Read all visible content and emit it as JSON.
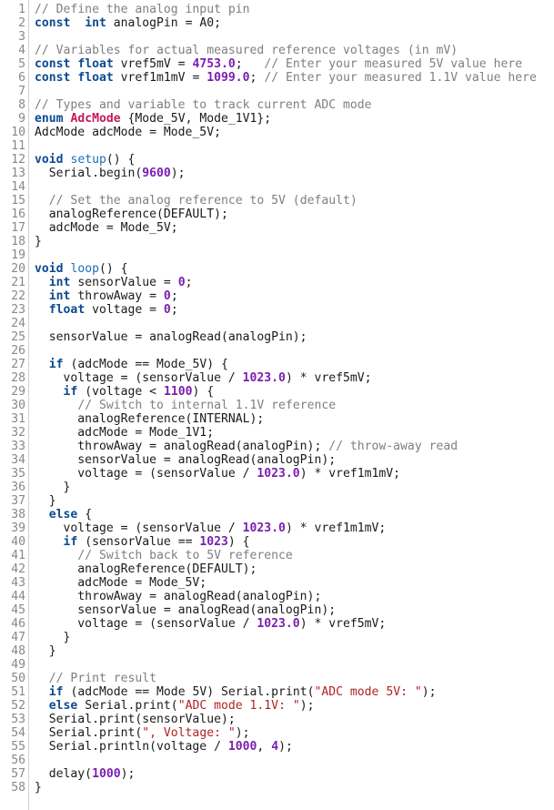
{
  "editor": {
    "language": "arduino-cpp",
    "colors": {
      "keyword": "#0c4a8f",
      "function": "#1c6fb8",
      "number": "#7a1fb0",
      "string": "#b22222",
      "comment": "#7f7f7f",
      "enum": "#c2185b",
      "line_number": "#888888"
    },
    "lines": [
      {
        "n": "1",
        "tokens": [
          [
            "cm",
            "// Define the analog input pin"
          ]
        ]
      },
      {
        "n": "2",
        "tokens": [
          [
            "kw",
            "const"
          ],
          [
            "",
            "  "
          ],
          [
            "kw",
            "int"
          ],
          [
            "",
            " analogPin = A0;"
          ]
        ]
      },
      {
        "n": "3",
        "tokens": []
      },
      {
        "n": "4",
        "tokens": [
          [
            "cm",
            "// Variables for actual measured reference voltages (in mV)"
          ]
        ]
      },
      {
        "n": "5",
        "tokens": [
          [
            "kw",
            "const"
          ],
          [
            "",
            " "
          ],
          [
            "kw",
            "float"
          ],
          [
            "",
            " vref5mV = "
          ],
          [
            "num",
            "4753.0"
          ],
          [
            "",
            ";   "
          ],
          [
            "cm",
            "// Enter your measured 5V value here"
          ]
        ]
      },
      {
        "n": "6",
        "tokens": [
          [
            "kw",
            "const"
          ],
          [
            "",
            " "
          ],
          [
            "kw",
            "float"
          ],
          [
            "",
            " vref1m1mV = "
          ],
          [
            "num",
            "1099.0"
          ],
          [
            "",
            "; "
          ],
          [
            "cm",
            "// Enter your measured 1.1V value here"
          ]
        ]
      },
      {
        "n": "7",
        "tokens": []
      },
      {
        "n": "8",
        "tokens": [
          [
            "cm",
            "// Types and variable to track current ADC mode"
          ]
        ]
      },
      {
        "n": "9",
        "tokens": [
          [
            "kw",
            "enum"
          ],
          [
            "",
            " "
          ],
          [
            "en",
            "AdcMode"
          ],
          [
            "",
            " {Mode_5V, Mode_1V1};"
          ]
        ]
      },
      {
        "n": "10",
        "tokens": [
          [
            "",
            "AdcMode adcMode = Mode_5V;"
          ]
        ]
      },
      {
        "n": "11",
        "tokens": []
      },
      {
        "n": "12",
        "tokens": [
          [
            "kw",
            "void"
          ],
          [
            "",
            " "
          ],
          [
            "fn",
            "setup"
          ],
          [
            "",
            "() {"
          ]
        ]
      },
      {
        "n": "13",
        "tokens": [
          [
            "",
            "  Serial.begin("
          ],
          [
            "num",
            "9600"
          ],
          [
            "",
            ");"
          ]
        ]
      },
      {
        "n": "14",
        "tokens": []
      },
      {
        "n": "15",
        "tokens": [
          [
            "",
            "  "
          ],
          [
            "cm",
            "// Set the analog reference to 5V (default)"
          ]
        ]
      },
      {
        "n": "16",
        "tokens": [
          [
            "",
            "  analogReference(DEFAULT);"
          ]
        ]
      },
      {
        "n": "17",
        "tokens": [
          [
            "",
            "  adcMode = Mode_5V;"
          ]
        ]
      },
      {
        "n": "18",
        "tokens": [
          [
            "",
            "}"
          ]
        ]
      },
      {
        "n": "19",
        "tokens": []
      },
      {
        "n": "20",
        "tokens": [
          [
            "kw",
            "void"
          ],
          [
            "",
            " "
          ],
          [
            "fn",
            "loop"
          ],
          [
            "",
            "() {"
          ]
        ]
      },
      {
        "n": "21",
        "tokens": [
          [
            "",
            "  "
          ],
          [
            "kw",
            "int"
          ],
          [
            "",
            " sensorValue = "
          ],
          [
            "num",
            "0"
          ],
          [
            "",
            ";"
          ]
        ]
      },
      {
        "n": "22",
        "tokens": [
          [
            "",
            "  "
          ],
          [
            "kw",
            "int"
          ],
          [
            "",
            " throwAway = "
          ],
          [
            "num",
            "0"
          ],
          [
            "",
            ";"
          ]
        ]
      },
      {
        "n": "23",
        "tokens": [
          [
            "",
            "  "
          ],
          [
            "kw",
            "float"
          ],
          [
            "",
            " voltage = "
          ],
          [
            "num",
            "0"
          ],
          [
            "",
            ";"
          ]
        ]
      },
      {
        "n": "24",
        "tokens": []
      },
      {
        "n": "25",
        "tokens": [
          [
            "",
            "  sensorValue = analogRead(analogPin);"
          ]
        ]
      },
      {
        "n": "26",
        "tokens": []
      },
      {
        "n": "27",
        "tokens": [
          [
            "",
            "  "
          ],
          [
            "kw",
            "if"
          ],
          [
            "",
            " (adcMode == Mode_5V) {"
          ]
        ]
      },
      {
        "n": "28",
        "tokens": [
          [
            "",
            "    voltage = (sensorValue / "
          ],
          [
            "num",
            "1023.0"
          ],
          [
            "",
            ") * vref5mV;"
          ]
        ]
      },
      {
        "n": "29",
        "tokens": [
          [
            "",
            "    "
          ],
          [
            "kw",
            "if"
          ],
          [
            "",
            " (voltage < "
          ],
          [
            "num",
            "1100"
          ],
          [
            "",
            ") {"
          ]
        ]
      },
      {
        "n": "30",
        "tokens": [
          [
            "",
            "      "
          ],
          [
            "cm",
            "// Switch to internal 1.1V reference"
          ]
        ]
      },
      {
        "n": "31",
        "tokens": [
          [
            "",
            "      analogReference(INTERNAL);"
          ]
        ]
      },
      {
        "n": "32",
        "tokens": [
          [
            "",
            "      adcMode = Mode_1V1;"
          ]
        ]
      },
      {
        "n": "33",
        "tokens": [
          [
            "",
            "      throwAway = analogRead(analogPin); "
          ],
          [
            "cm",
            "// throw-away read"
          ]
        ]
      },
      {
        "n": "34",
        "tokens": [
          [
            "",
            "      sensorValue = analogRead(analogPin);"
          ]
        ]
      },
      {
        "n": "35",
        "tokens": [
          [
            "",
            "      voltage = (sensorValue / "
          ],
          [
            "num",
            "1023.0"
          ],
          [
            "",
            ") * vref1m1mV;"
          ]
        ]
      },
      {
        "n": "36",
        "tokens": [
          [
            "",
            "    }"
          ]
        ]
      },
      {
        "n": "37",
        "tokens": [
          [
            "",
            "  }"
          ]
        ]
      },
      {
        "n": "38",
        "tokens": [
          [
            "",
            "  "
          ],
          [
            "kw",
            "else"
          ],
          [
            "",
            " {"
          ]
        ]
      },
      {
        "n": "39",
        "tokens": [
          [
            "",
            "    voltage = (sensorValue / "
          ],
          [
            "num",
            "1023.0"
          ],
          [
            "",
            ") * vref1m1mV;"
          ]
        ]
      },
      {
        "n": "40",
        "tokens": [
          [
            "",
            "    "
          ],
          [
            "kw",
            "if"
          ],
          [
            "",
            " (sensorValue == "
          ],
          [
            "num",
            "1023"
          ],
          [
            "",
            ") {"
          ]
        ]
      },
      {
        "n": "41",
        "tokens": [
          [
            "",
            "      "
          ],
          [
            "cm",
            "// Switch back to 5V reference"
          ]
        ]
      },
      {
        "n": "42",
        "tokens": [
          [
            "",
            "      analogReference(DEFAULT);"
          ]
        ]
      },
      {
        "n": "43",
        "tokens": [
          [
            "",
            "      adcMode = Mode_5V;"
          ]
        ]
      },
      {
        "n": "44",
        "tokens": [
          [
            "",
            "      throwAway = analogRead(analogPin);"
          ]
        ]
      },
      {
        "n": "45",
        "tokens": [
          [
            "",
            "      sensorValue = analogRead(analogPin);"
          ]
        ]
      },
      {
        "n": "46",
        "tokens": [
          [
            "",
            "      voltage = (sensorValue / "
          ],
          [
            "num",
            "1023.0"
          ],
          [
            "",
            ") * vref5mV;"
          ]
        ]
      },
      {
        "n": "47",
        "tokens": [
          [
            "",
            "    }"
          ]
        ]
      },
      {
        "n": "48",
        "tokens": [
          [
            "",
            "  }"
          ]
        ]
      },
      {
        "n": "49",
        "tokens": []
      },
      {
        "n": "50",
        "tokens": [
          [
            "",
            "  "
          ],
          [
            "cm",
            "// Print result"
          ]
        ]
      },
      {
        "n": "51",
        "tokens": [
          [
            "",
            "  "
          ],
          [
            "kw",
            "if"
          ],
          [
            "",
            " (adcMode == Mode 5V) Serial.print("
          ],
          [
            "str",
            "\"ADC mode 5V: \""
          ],
          [
            "",
            ");"
          ]
        ]
      },
      {
        "n": "52",
        "tokens": [
          [
            "",
            "  "
          ],
          [
            "kw",
            "else"
          ],
          [
            "",
            " Serial.print("
          ],
          [
            "str",
            "\"ADC mode 1.1V: \""
          ],
          [
            "",
            ");"
          ]
        ]
      },
      {
        "n": "53",
        "tokens": [
          [
            "",
            "  Serial.print(sensorValue);"
          ]
        ]
      },
      {
        "n": "54",
        "tokens": [
          [
            "",
            "  Serial.print("
          ],
          [
            "str",
            "\", Voltage: \""
          ],
          [
            "",
            ");"
          ]
        ]
      },
      {
        "n": "55",
        "tokens": [
          [
            "",
            "  Serial.println(voltage / "
          ],
          [
            "num",
            "1000"
          ],
          [
            "",
            ", "
          ],
          [
            "num",
            "4"
          ],
          [
            "",
            ");"
          ]
        ]
      },
      {
        "n": "56",
        "tokens": []
      },
      {
        "n": "57",
        "tokens": [
          [
            "",
            "  delay("
          ],
          [
            "num",
            "1000"
          ],
          [
            "",
            ");"
          ]
        ]
      },
      {
        "n": "58",
        "tokens": [
          [
            "",
            "}"
          ]
        ]
      }
    ]
  }
}
